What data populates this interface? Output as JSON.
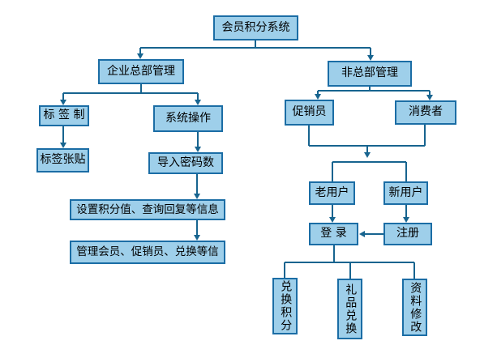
{
  "diagram_type": "flowchart",
  "colors": {
    "node_fill": "#9ECFEA",
    "node_border": "#1B6DA5",
    "connector_line": "#17648F",
    "text": "#000000",
    "background": "#FFFFFF"
  },
  "nodes": {
    "root": "会员积分系统",
    "hq": "企业总部管理",
    "label_make": "标 签 制",
    "label_post": "标签张贴",
    "sys_op": "系统操作",
    "import_pwd": "导入密码数",
    "set_points": "设置积分值、查询回复等信息",
    "manage": "管理会员、促销员、兑换等信",
    "non_hq": "非总部管理",
    "promoter": "促销员",
    "consumer": "消费者",
    "old_user": "老用户",
    "new_user": "新用户",
    "login": "登 录",
    "register": "注册",
    "exchange_points": "兑换积分",
    "gift_exchange": "礼品兑换",
    "profile_edit": "资料修改"
  }
}
